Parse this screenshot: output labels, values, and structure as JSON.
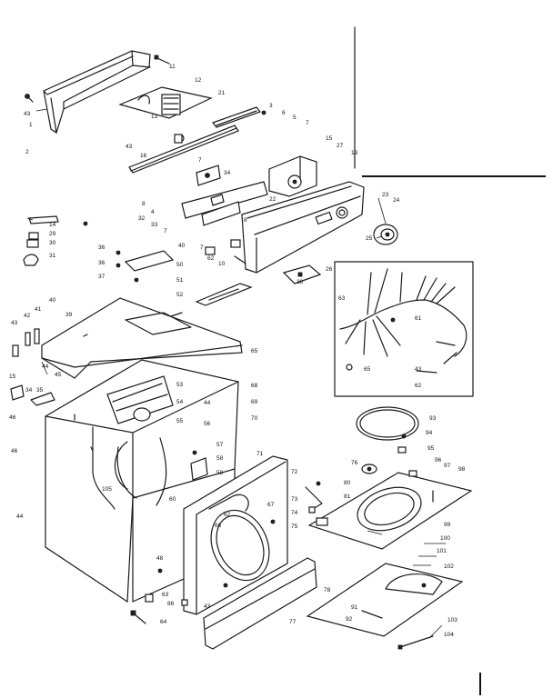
{
  "part_numbers": [
    {
      "id": "p11",
      "text": "11"
    },
    {
      "id": "p12",
      "text": "12"
    },
    {
      "id": "p21",
      "text": "21"
    },
    {
      "id": "p43a",
      "text": "43"
    },
    {
      "id": "p1",
      "text": "1"
    },
    {
      "id": "p2",
      "text": "2"
    },
    {
      "id": "p13",
      "text": "13"
    },
    {
      "id": "p3",
      "text": "3"
    },
    {
      "id": "p6",
      "text": "6"
    },
    {
      "id": "p5",
      "text": "5"
    },
    {
      "id": "p7a",
      "text": "7"
    },
    {
      "id": "p15",
      "text": "15"
    },
    {
      "id": "p27",
      "text": "27"
    },
    {
      "id": "p19",
      "text": "19"
    },
    {
      "id": "p43b",
      "text": "43"
    },
    {
      "id": "p16",
      "text": "16"
    },
    {
      "id": "p7b",
      "text": "7"
    },
    {
      "id": "p34",
      "text": "34"
    },
    {
      "id": "p8a",
      "text": "8"
    },
    {
      "id": "p4",
      "text": "4"
    },
    {
      "id": "p32",
      "text": "32"
    },
    {
      "id": "p33",
      "text": "33"
    },
    {
      "id": "p22",
      "text": "22"
    },
    {
      "id": "p23",
      "text": "23"
    },
    {
      "id": "p24",
      "text": "24"
    },
    {
      "id": "p25",
      "text": "25"
    },
    {
      "id": "p14",
      "text": "14"
    },
    {
      "id": "p29",
      "text": "29"
    },
    {
      "id": "p30",
      "text": "30"
    },
    {
      "id": "p31",
      "text": "31"
    },
    {
      "id": "p7c",
      "text": "7"
    },
    {
      "id": "p8b",
      "text": "8"
    },
    {
      "id": "p36a",
      "text": "36"
    },
    {
      "id": "p36b",
      "text": "36"
    },
    {
      "id": "p37",
      "text": "37"
    },
    {
      "id": "p40",
      "text": "40"
    },
    {
      "id": "p7d",
      "text": "7"
    },
    {
      "id": "p62",
      "text": "62"
    },
    {
      "id": "p10",
      "text": "10"
    },
    {
      "id": "p50",
      "text": "50"
    },
    {
      "id": "p51",
      "text": "51"
    },
    {
      "id": "p52",
      "text": "52"
    },
    {
      "id": "p26",
      "text": "26"
    },
    {
      "id": "p38",
      "text": "38"
    },
    {
      "id": "p63",
      "text": "63"
    },
    {
      "id": "p61",
      "text": "61"
    },
    {
      "id": "p65a",
      "text": "65"
    },
    {
      "id": "p43c",
      "text": "43"
    },
    {
      "id": "p62b",
      "text": "62"
    },
    {
      "id": "p43d",
      "text": "43"
    },
    {
      "id": "p42",
      "text": "42"
    },
    {
      "id": "p41",
      "text": "41"
    },
    {
      "id": "p40b",
      "text": "40"
    },
    {
      "id": "p39",
      "text": "39"
    },
    {
      "id": "p65b",
      "text": "65"
    },
    {
      "id": "p44a",
      "text": "44"
    },
    {
      "id": "p45",
      "text": "45"
    },
    {
      "id": "p15b",
      "text": "15"
    },
    {
      "id": "p34b",
      "text": "34"
    },
    {
      "id": "p35",
      "text": "35"
    },
    {
      "id": "p46a",
      "text": "46"
    },
    {
      "id": "p53",
      "text": "53"
    },
    {
      "id": "p54",
      "text": "54"
    },
    {
      "id": "p55",
      "text": "55"
    },
    {
      "id": "p44b",
      "text": "44"
    },
    {
      "id": "p68",
      "text": "68"
    },
    {
      "id": "p69",
      "text": "69"
    },
    {
      "id": "p70",
      "text": "70"
    },
    {
      "id": "p56",
      "text": "56"
    },
    {
      "id": "p46b",
      "text": "46"
    },
    {
      "id": "p57",
      "text": "57"
    },
    {
      "id": "p58",
      "text": "58"
    },
    {
      "id": "p59",
      "text": "59"
    },
    {
      "id": "p71",
      "text": "71"
    },
    {
      "id": "p93",
      "text": "93"
    },
    {
      "id": "p94",
      "text": "94"
    },
    {
      "id": "p95",
      "text": "95"
    },
    {
      "id": "p96",
      "text": "96"
    },
    {
      "id": "p97",
      "text": "97"
    },
    {
      "id": "p98",
      "text": "98"
    },
    {
      "id": "p76",
      "text": "76"
    },
    {
      "id": "p72",
      "text": "72"
    },
    {
      "id": "p80",
      "text": "80"
    },
    {
      "id": "p73",
      "text": "73"
    },
    {
      "id": "p81",
      "text": "81"
    },
    {
      "id": "p74",
      "text": "74"
    },
    {
      "id": "p75",
      "text": "75"
    },
    {
      "id": "p99",
      "text": "99"
    },
    {
      "id": "p100",
      "text": "100"
    },
    {
      "id": "p101",
      "text": "101"
    },
    {
      "id": "p102",
      "text": "102"
    },
    {
      "id": "p105",
      "text": "105"
    },
    {
      "id": "p60",
      "text": "60"
    },
    {
      "id": "p67",
      "text": "67"
    },
    {
      "id": "p62c",
      "text": "62"
    },
    {
      "id": "p66",
      "text": "66"
    },
    {
      "id": "p44c",
      "text": "44"
    },
    {
      "id": "p48",
      "text": "48"
    },
    {
      "id": "p63b",
      "text": "63"
    },
    {
      "id": "p86",
      "text": "86"
    },
    {
      "id": "p43e",
      "text": "43"
    },
    {
      "id": "p64",
      "text": "64"
    },
    {
      "id": "p78",
      "text": "78"
    },
    {
      "id": "p77",
      "text": "77"
    },
    {
      "id": "p91",
      "text": "91"
    },
    {
      "id": "p92",
      "text": "92"
    },
    {
      "id": "p103",
      "text": "103"
    },
    {
      "id": "p104",
      "text": "104"
    }
  ]
}
